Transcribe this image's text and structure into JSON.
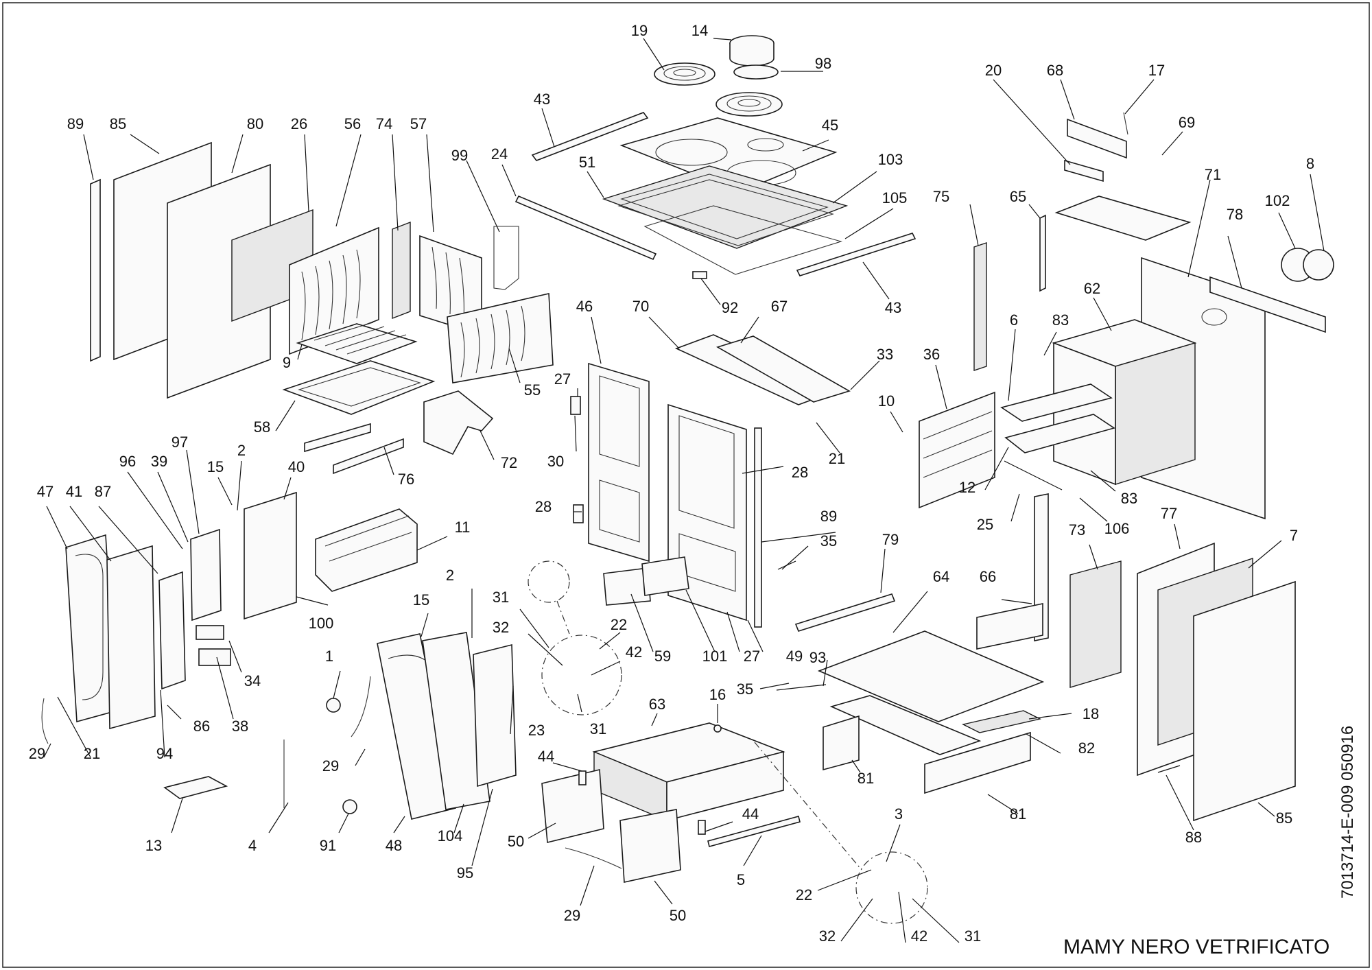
{
  "title": "MAMY NERO VETRIFICATO",
  "document_number": "7013714-E-009 050916",
  "callouts": [
    {
      "id": "c-19",
      "text": "19"
    },
    {
      "id": "c-14",
      "text": "14"
    },
    {
      "id": "c-98",
      "text": "98"
    },
    {
      "id": "c-43a",
      "text": "43"
    },
    {
      "id": "c-45",
      "text": "45"
    },
    {
      "id": "c-51",
      "text": "51"
    },
    {
      "id": "c-103",
      "text": "103"
    },
    {
      "id": "c-24",
      "text": "24"
    },
    {
      "id": "c-105",
      "text": "105"
    },
    {
      "id": "c-99",
      "text": "99"
    },
    {
      "id": "c-92",
      "text": "92"
    },
    {
      "id": "c-43b",
      "text": "43"
    },
    {
      "id": "c-20",
      "text": "20"
    },
    {
      "id": "c-68",
      "text": "68"
    },
    {
      "id": "c-17",
      "text": "17"
    },
    {
      "id": "c-69",
      "text": "69"
    },
    {
      "id": "c-8",
      "text": "8"
    },
    {
      "id": "c-102",
      "text": "102"
    },
    {
      "id": "c-71",
      "text": "71"
    },
    {
      "id": "c-78",
      "text": "78"
    },
    {
      "id": "c-75",
      "text": "75"
    },
    {
      "id": "c-65",
      "text": "65"
    },
    {
      "id": "c-62",
      "text": "62"
    },
    {
      "id": "c-89a",
      "text": "89"
    },
    {
      "id": "c-85a",
      "text": "85"
    },
    {
      "id": "c-80",
      "text": "80"
    },
    {
      "id": "c-26",
      "text": "26"
    },
    {
      "id": "c-56",
      "text": "56"
    },
    {
      "id": "c-74",
      "text": "74"
    },
    {
      "id": "c-57",
      "text": "57"
    },
    {
      "id": "c-46",
      "text": "46"
    },
    {
      "id": "c-70",
      "text": "70"
    },
    {
      "id": "c-67",
      "text": "67"
    },
    {
      "id": "c-33",
      "text": "33"
    },
    {
      "id": "c-36",
      "text": "36"
    },
    {
      "id": "c-6",
      "text": "6"
    },
    {
      "id": "c-83a",
      "text": "83"
    },
    {
      "id": "c-10",
      "text": "10"
    },
    {
      "id": "c-9",
      "text": "9"
    },
    {
      "id": "c-55",
      "text": "55"
    },
    {
      "id": "c-27a",
      "text": "27"
    },
    {
      "id": "c-58",
      "text": "58"
    },
    {
      "id": "c-72",
      "text": "72"
    },
    {
      "id": "c-30",
      "text": "30"
    },
    {
      "id": "c-28a",
      "text": "28"
    },
    {
      "id": "c-21a",
      "text": "21"
    },
    {
      "id": "c-12",
      "text": "12"
    },
    {
      "id": "c-83b",
      "text": "83"
    },
    {
      "id": "c-76",
      "text": "76"
    },
    {
      "id": "c-28b",
      "text": "28"
    },
    {
      "id": "c-89b",
      "text": "89"
    },
    {
      "id": "c-25",
      "text": "25"
    },
    {
      "id": "c-106",
      "text": "106"
    },
    {
      "id": "c-77",
      "text": "77"
    },
    {
      "id": "c-7",
      "text": "7"
    },
    {
      "id": "c-73",
      "text": "73"
    },
    {
      "id": "c-97",
      "text": "97"
    },
    {
      "id": "c-96",
      "text": "96"
    },
    {
      "id": "c-39",
      "text": "39"
    },
    {
      "id": "c-15a",
      "text": "15"
    },
    {
      "id": "c-2a",
      "text": "2"
    },
    {
      "id": "c-40",
      "text": "40"
    },
    {
      "id": "c-47",
      "text": "47"
    },
    {
      "id": "c-41",
      "text": "41"
    },
    {
      "id": "c-87",
      "text": "87"
    },
    {
      "id": "c-11",
      "text": "11"
    },
    {
      "id": "c-35a",
      "text": "35"
    },
    {
      "id": "c-79",
      "text": "79"
    },
    {
      "id": "c-64",
      "text": "64"
    },
    {
      "id": "c-66",
      "text": "66"
    },
    {
      "id": "c-100",
      "text": "100"
    },
    {
      "id": "c-31a",
      "text": "31"
    },
    {
      "id": "c-22a",
      "text": "22"
    },
    {
      "id": "c-32a",
      "text": "32"
    },
    {
      "id": "c-42a",
      "text": "42"
    },
    {
      "id": "c-59",
      "text": "59"
    },
    {
      "id": "c-101",
      "text": "101"
    },
    {
      "id": "c-27b",
      "text": "27"
    },
    {
      "id": "c-49",
      "text": "49"
    },
    {
      "id": "c-93",
      "text": "93"
    },
    {
      "id": "c-15b",
      "text": "15"
    },
    {
      "id": "c-2b",
      "text": "2"
    },
    {
      "id": "c-1",
      "text": "1"
    },
    {
      "id": "c-34",
      "text": "34"
    },
    {
      "id": "c-35b",
      "text": "35"
    },
    {
      "id": "c-18",
      "text": "18"
    },
    {
      "id": "c-31b",
      "text": "31"
    },
    {
      "id": "c-23",
      "text": "23"
    },
    {
      "id": "c-63",
      "text": "63"
    },
    {
      "id": "c-16",
      "text": "16"
    },
    {
      "id": "c-82",
      "text": "82"
    },
    {
      "id": "c-38",
      "text": "38"
    },
    {
      "id": "c-86",
      "text": "86"
    },
    {
      "id": "c-29a",
      "text": "29"
    },
    {
      "id": "c-21b",
      "text": "21"
    },
    {
      "id": "c-94",
      "text": "94"
    },
    {
      "id": "c-29b",
      "text": "29"
    },
    {
      "id": "c-44a",
      "text": "44"
    },
    {
      "id": "c-81a",
      "text": "81"
    },
    {
      "id": "c-81b",
      "text": "81"
    },
    {
      "id": "c-44b",
      "text": "44"
    },
    {
      "id": "c-3",
      "text": "3"
    },
    {
      "id": "c-88",
      "text": "88"
    },
    {
      "id": "c-85b",
      "text": "85"
    },
    {
      "id": "c-13",
      "text": "13"
    },
    {
      "id": "c-4",
      "text": "4"
    },
    {
      "id": "c-91",
      "text": "91"
    },
    {
      "id": "c-48",
      "text": "48"
    },
    {
      "id": "c-104",
      "text": "104"
    },
    {
      "id": "c-50a",
      "text": "50"
    },
    {
      "id": "c-5",
      "text": "5"
    },
    {
      "id": "c-22b",
      "text": "22"
    },
    {
      "id": "c-95",
      "text": "95"
    },
    {
      "id": "c-29c",
      "text": "29"
    },
    {
      "id": "c-50b",
      "text": "50"
    },
    {
      "id": "c-32b",
      "text": "32"
    },
    {
      "id": "c-42b",
      "text": "42"
    },
    {
      "id": "c-31c",
      "text": "31"
    }
  ]
}
